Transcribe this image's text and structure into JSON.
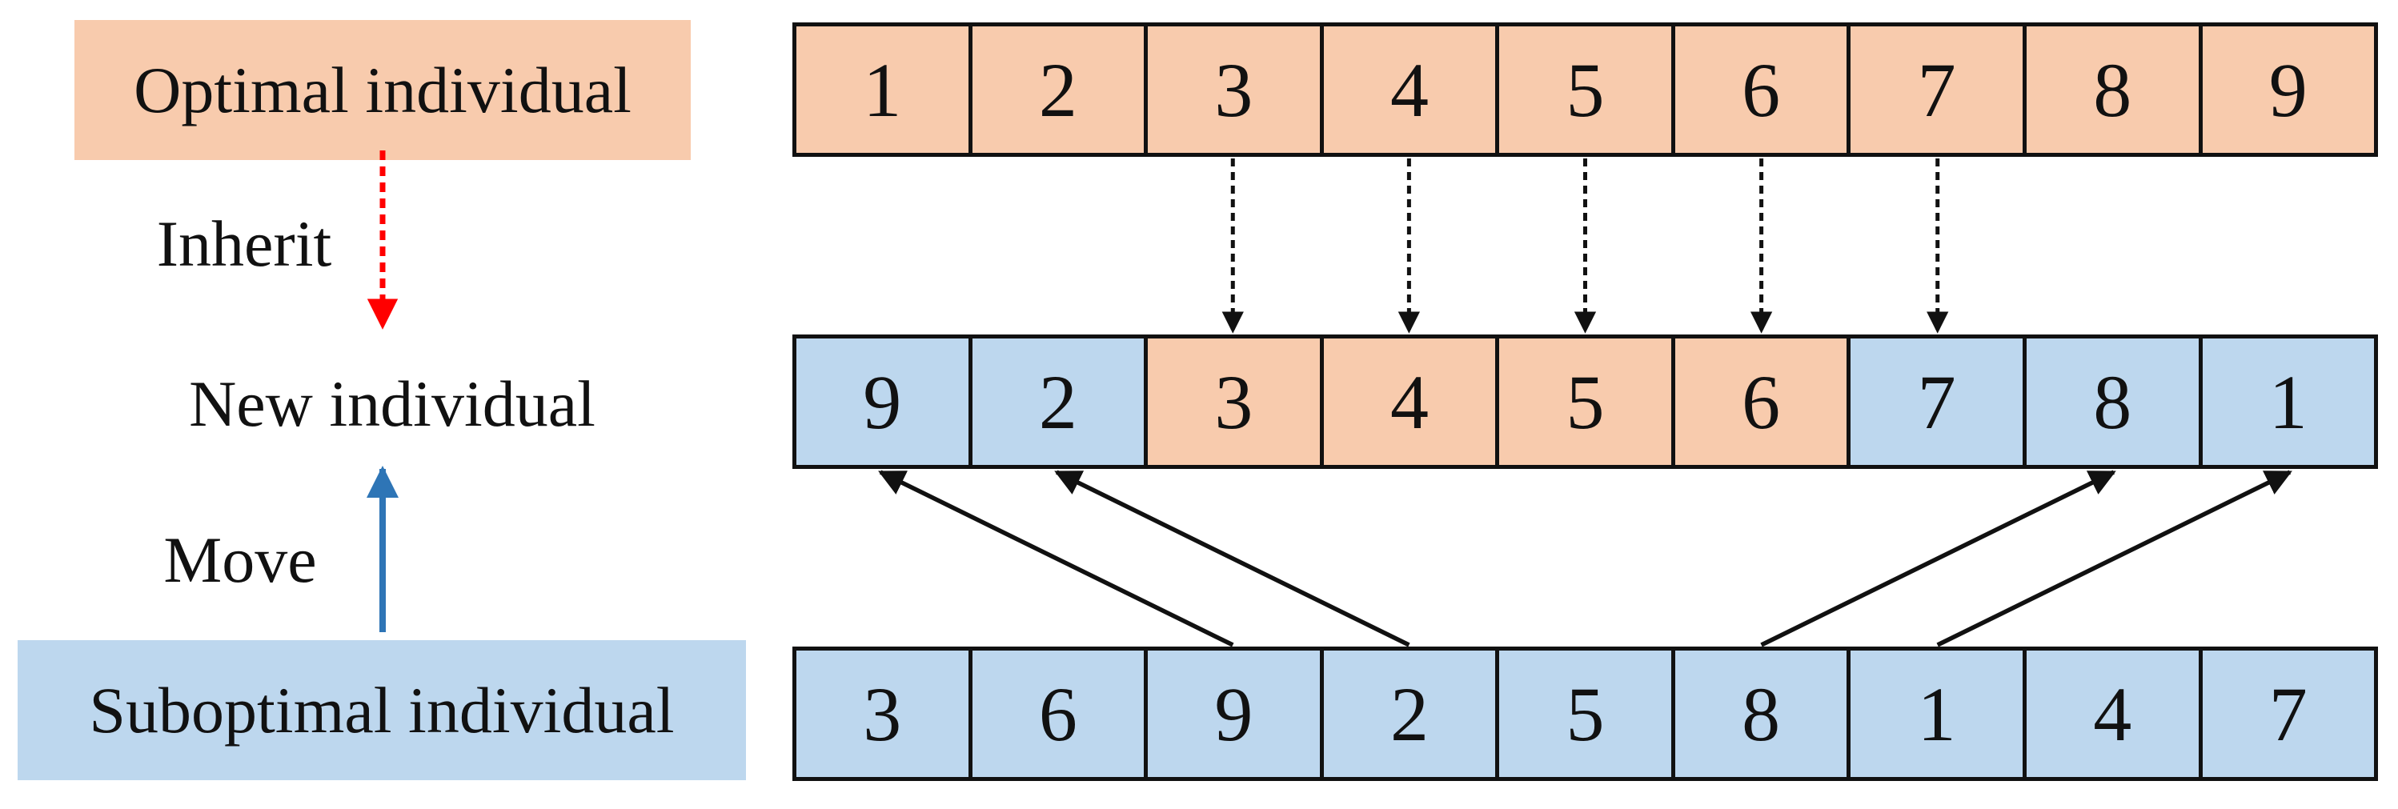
{
  "colors": {
    "optimal": "#F8CBAD",
    "suboptimal": "#BDD7EE",
    "inherit_arrow": "#FF0000",
    "move_arrow": "#2E75B6",
    "border": "#111111"
  },
  "labels": {
    "optimal": "Optimal individual",
    "inherit": "Inherit",
    "new": "New individual",
    "move": "Move",
    "suboptimal": "Suboptimal individual"
  },
  "rows": {
    "optimal": [
      {
        "value": "1",
        "source": "optimal"
      },
      {
        "value": "2",
        "source": "optimal"
      },
      {
        "value": "3",
        "source": "optimal"
      },
      {
        "value": "4",
        "source": "optimal"
      },
      {
        "value": "5",
        "source": "optimal"
      },
      {
        "value": "6",
        "source": "optimal"
      },
      {
        "value": "7",
        "source": "optimal"
      },
      {
        "value": "8",
        "source": "optimal"
      },
      {
        "value": "9",
        "source": "optimal"
      }
    ],
    "new": [
      {
        "value": "9",
        "source": "suboptimal"
      },
      {
        "value": "2",
        "source": "suboptimal"
      },
      {
        "value": "3",
        "source": "optimal"
      },
      {
        "value": "4",
        "source": "optimal"
      },
      {
        "value": "5",
        "source": "optimal"
      },
      {
        "value": "6",
        "source": "optimal"
      },
      {
        "value": "7",
        "source": "suboptimal"
      },
      {
        "value": "8",
        "source": "suboptimal"
      },
      {
        "value": "1",
        "source": "suboptimal"
      }
    ],
    "suboptimal": [
      {
        "value": "3",
        "source": "suboptimal"
      },
      {
        "value": "6",
        "source": "suboptimal"
      },
      {
        "value": "9",
        "source": "suboptimal"
      },
      {
        "value": "2",
        "source": "suboptimal"
      },
      {
        "value": "5",
        "source": "suboptimal"
      },
      {
        "value": "8",
        "source": "suboptimal"
      },
      {
        "value": "1",
        "source": "suboptimal"
      },
      {
        "value": "4",
        "source": "suboptimal"
      },
      {
        "value": "7",
        "source": "suboptimal"
      }
    ]
  },
  "inherit_links": [
    {
      "from": 2,
      "to": 2
    },
    {
      "from": 3,
      "to": 3
    },
    {
      "from": 4,
      "to": 4
    },
    {
      "from": 5,
      "to": 5
    },
    {
      "from": 6,
      "to": 6
    }
  ],
  "move_links": [
    {
      "from": 2,
      "to": 0
    },
    {
      "from": 3,
      "to": 1
    },
    {
      "from": 5,
      "to": 7
    },
    {
      "from": 6,
      "to": 8
    }
  ]
}
